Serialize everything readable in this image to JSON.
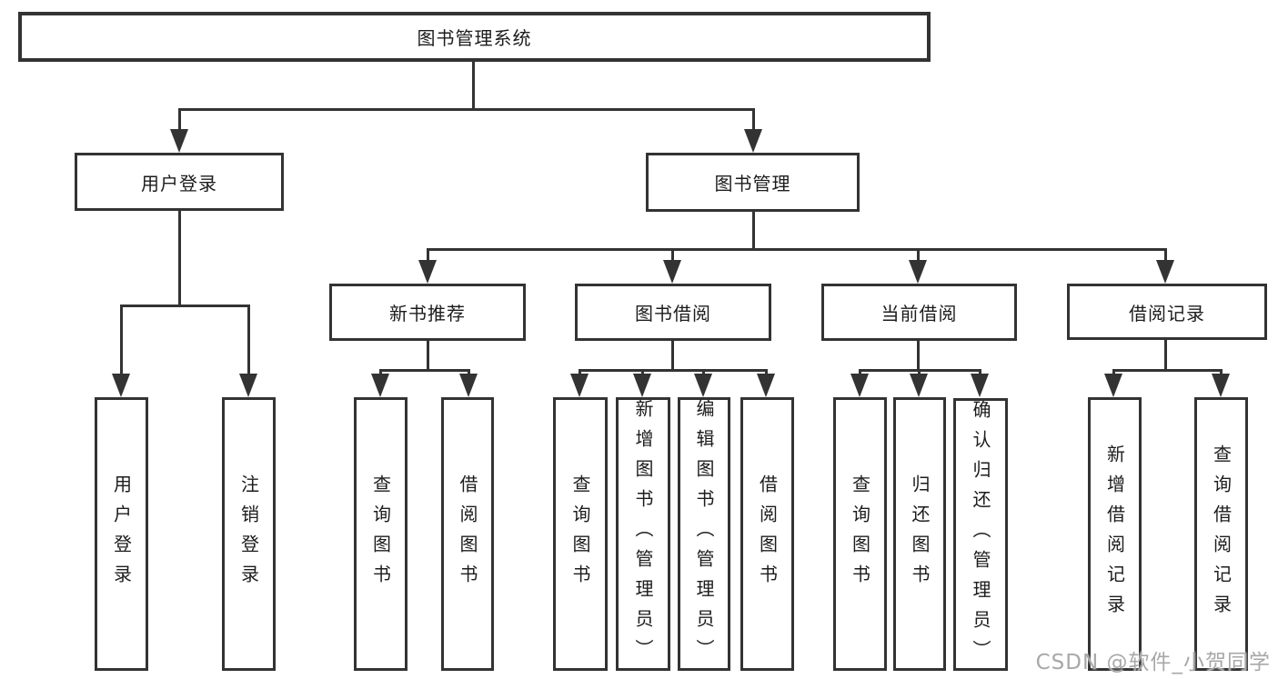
{
  "tree": {
    "root": {
      "label": "图书管理系统"
    },
    "branches": [
      {
        "label": "用户登录",
        "children": [
          {
            "label": "用户登录"
          },
          {
            "label": "注销登录"
          }
        ]
      },
      {
        "label": "图书管理",
        "children": [
          {
            "label": "新书推荐",
            "children": [
              {
                "label": "查询图书"
              },
              {
                "label": "借阅图书"
              }
            ]
          },
          {
            "label": "图书借阅",
            "children": [
              {
                "label": "查询图书"
              },
              {
                "label": "新增图书（管理员）"
              },
              {
                "label": "编辑图书（管理员）"
              },
              {
                "label": "借阅图书"
              }
            ]
          },
          {
            "label": "当前借阅",
            "children": [
              {
                "label": "查询图书"
              },
              {
                "label": "归还图书"
              },
              {
                "label": "确认归还（管理员）"
              }
            ]
          },
          {
            "label": "借阅记录",
            "children": [
              {
                "label": "新增借阅记录"
              },
              {
                "label": "查询借阅记录"
              }
            ]
          }
        ]
      }
    ]
  },
  "watermark": "CSDN @软件_小贺同学",
  "colors": {
    "line": "#333333",
    "text": "#1c1c1c",
    "watermark": "#a8a8a8",
    "background": "#ffffff"
  }
}
